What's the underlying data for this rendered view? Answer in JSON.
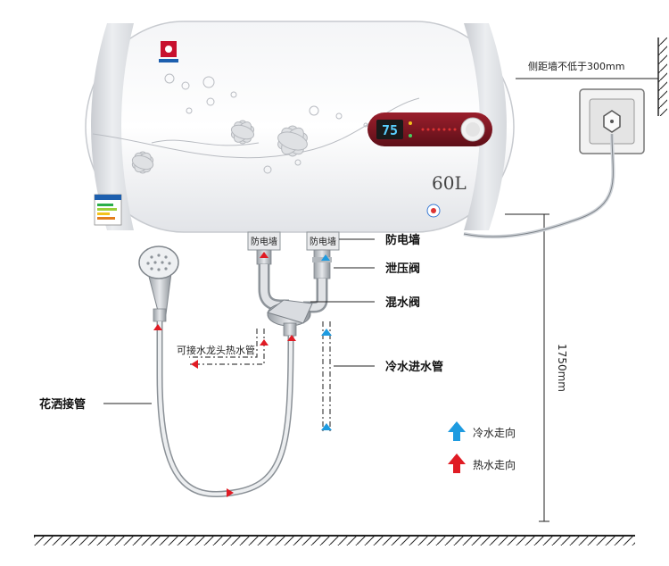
{
  "heater": {
    "capacity": "60L",
    "temperature": "75",
    "decor_icon": "flower-pattern"
  },
  "labels": {
    "clearance_note": "侧距墙不低于300mm",
    "anti_shock_left": "防电墙",
    "anti_shock_right": "防电墙",
    "anti_shock_callout": "防电墙",
    "relief_valve": "泄压阀",
    "mixing_valve": "混水阀",
    "faucet_hot_pipe": "可接水龙头热水管",
    "cold_inlet": "冷水进水管",
    "shower_hose": "花洒接管",
    "height": "1750mm"
  },
  "legend": {
    "cold_label": "冷水走向",
    "hot_label": "热水走向",
    "cold_color": "#1e9be0",
    "hot_color": "#e01b24"
  }
}
